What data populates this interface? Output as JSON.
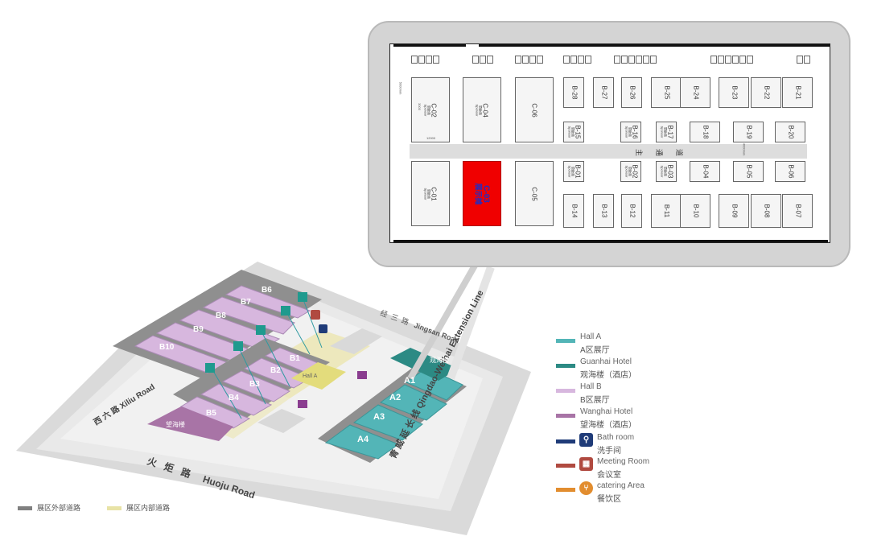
{
  "plan": {
    "booths_top": [
      "B-28",
      "B-27",
      "B-26",
      "B-25",
      "B-24",
      "B-23",
      "B-22",
      "B-21"
    ],
    "booths_sponsor_top": [
      "B-15",
      "B-16",
      "B-17",
      "B-18",
      "B-19",
      "B-20"
    ],
    "booths_sponsor_bottom": [
      "B-01",
      "B-02",
      "B-03",
      "B-04",
      "B-05",
      "B-06"
    ],
    "booths_bottom": [
      "B-14",
      "B-13",
      "B-12",
      "B-11",
      "B-10",
      "B-09",
      "B-08",
      "B-07"
    ],
    "c_booths": {
      "c02": "C-02",
      "c04": "C-04",
      "c06": "C-06",
      "c01": "C-01",
      "c03": "C-03",
      "c05": "C-05"
    },
    "c03_sub": "展示摊",
    "sponsor_cn": "赞助商",
    "sponsor_en": "Sponsor",
    "aisle_chars": [
      "主",
      "通",
      "道"
    ],
    "dim_5000": "5000mm",
    "dim_12000": "12000",
    "dim_4000": "4000mm",
    "dim_3000": "3000"
  },
  "map": {
    "roads": {
      "jingsan": "Jingsan Road",
      "jingsan_cn": [
        "经",
        "三",
        "路"
      ],
      "xiliu": "Xiliu Road",
      "xiliu_cn": [
        "西",
        "六",
        "路"
      ],
      "huoju": "Huoju Road",
      "huoju_cn": [
        "火",
        "炬",
        "路"
      ],
      "qingdao": "Qingdao-Weihai Extension Line",
      "qingdao_cn": [
        "青",
        "威",
        "延",
        "长",
        "线"
      ]
    },
    "halls_a": [
      "A1",
      "A2",
      "A3",
      "A4"
    ],
    "halls_b": [
      "B10",
      "B9",
      "B8",
      "B7",
      "B6",
      "B5",
      "B4",
      "B3",
      "B2",
      "B1"
    ],
    "center_label": "Hall A",
    "hotel_guanhai": "观海楼",
    "hotel_wanghai": "望海楼"
  },
  "legend": [
    {
      "en": "Hall A",
      "zh": "A区展厅",
      "color": "#53b5b7",
      "icon": ""
    },
    {
      "en": "Guanhai Hotel",
      "zh": "观海楼（酒店）",
      "color": "#2c8a84",
      "icon": ""
    },
    {
      "en": "Hall B",
      "zh": "B区展厅",
      "color": "#d7b7de",
      "icon": ""
    },
    {
      "en": "Wanghai Hotel",
      "zh": "望海楼（酒店）",
      "color": "#a874a6",
      "icon": ""
    },
    {
      "en": "Bath room",
      "zh": "洗手间",
      "color": "#1f3b78",
      "icon": "restroom-icon"
    },
    {
      "en": "Meeting Room",
      "zh": "会议室",
      "color": "#b04a40",
      "icon": "meeting-icon"
    },
    {
      "en": "catering Area",
      "zh": "餐饮区",
      "color": "#e28d2f",
      "icon": "catering-icon"
    }
  ],
  "road_legend": {
    "outer": "展区外部道路",
    "outer_color": "#808080",
    "inner": "展区内部道路",
    "inner_color": "#e8e3a6"
  }
}
